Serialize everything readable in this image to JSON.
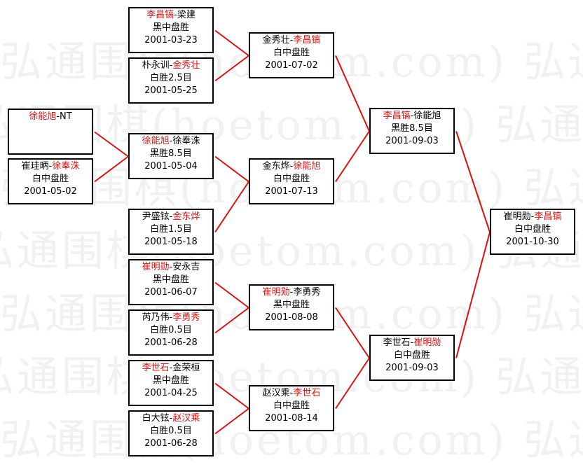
{
  "watermark": "弘通围棋(hoetom.com)",
  "line_color": "#e01010",
  "winner_color": "#e01010",
  "rounds": [
    [
      {
        "left": "徐能旭",
        "right": "NT",
        "winner": "left",
        "result": "",
        "date": ""
      },
      {
        "left": "崔珪昞",
        "right": "徐奉洙",
        "winner": "right",
        "result": "白中盘胜",
        "date": "2001-05-02"
      }
    ],
    [
      {
        "left": "李昌镐",
        "right": "梁建",
        "winner": "left",
        "result": "黑中盘胜",
        "date": "2001-03-23"
      },
      {
        "left": "朴永训",
        "right": "金秀壮",
        "winner": "right",
        "result": "白胜2.5目",
        "date": "2001-05-25"
      },
      {
        "left": "徐能旭",
        "right": "徐奉洙",
        "winner": "left",
        "result": "黑胜8.5目",
        "date": "2001-05-04"
      },
      {
        "left": "尹盛铉",
        "right": "金东烨",
        "winner": "right",
        "result": "白胜1.5目",
        "date": "2001-05-18"
      },
      {
        "left": "崔明勋",
        "right": "安永吉",
        "winner": "left",
        "result": "黑中盘胜",
        "date": "2001-06-07"
      },
      {
        "left": "芮乃伟",
        "right": "李勇秀",
        "winner": "right",
        "result": "白胜0.5目",
        "date": "2001-06-28"
      },
      {
        "left": "李世石",
        "right": "金荣桓",
        "winner": "left",
        "result": "黑中盘胜",
        "date": "2001-04-25"
      },
      {
        "left": "白大铉",
        "right": "赵汉乘",
        "winner": "right",
        "result": "白胜0.5目",
        "date": "2001-06-28"
      }
    ],
    [
      {
        "left": "金秀壮",
        "right": "李昌镐",
        "winner": "right",
        "result": "白中盘胜",
        "date": "2001-07-02"
      },
      {
        "left": "金东烨",
        "right": "徐能旭",
        "winner": "right",
        "result": "白中盘胜",
        "date": "2001-07-13"
      },
      {
        "left": "崔明勋",
        "right": "李勇秀",
        "winner": "left",
        "result": "黑中盘胜",
        "date": "2001-08-08"
      },
      {
        "left": "赵汉乘",
        "right": "李世石",
        "winner": "right",
        "result": "白中盘胜",
        "date": "2001-08-14"
      }
    ],
    [
      {
        "left": "李昌镐",
        "right": "徐能旭",
        "winner": "left",
        "result": "黑胜8.5目",
        "date": "2001-09-03"
      },
      {
        "left": "李世石",
        "right": "崔明勋",
        "winner": "right",
        "result": "白中盘胜",
        "date": "2001-09-03"
      }
    ],
    [
      {
        "left": "崔明勋",
        "right": "李昌镐",
        "winner": "right",
        "result": "白中盘胜",
        "date": "2001-10-30"
      }
    ]
  ]
}
